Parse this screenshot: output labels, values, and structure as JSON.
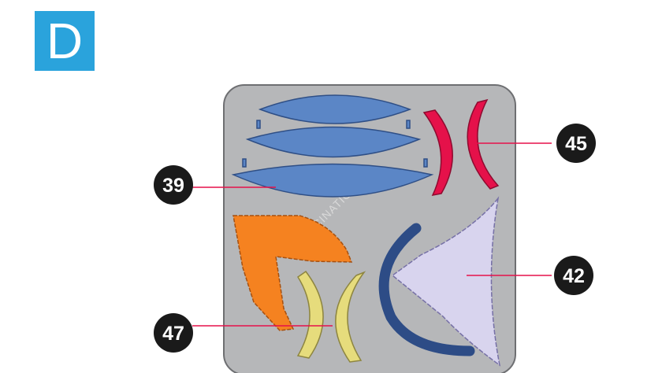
{
  "step": {
    "letter": "D",
    "badge_color": "#2aa3dc"
  },
  "sheet": {
    "background": "#b6b7b9",
    "border": "#6e6f72",
    "watermark": "FASCINATIONS"
  },
  "callouts": [
    {
      "number": "39",
      "part": "blue-lens-pieces"
    },
    {
      "number": "45",
      "part": "red-crescent-piece"
    },
    {
      "number": "42",
      "part": "lavender-triangle-piece"
    },
    {
      "number": "47",
      "part": "yellow-crescent-piece"
    }
  ],
  "colors": {
    "blue": "#5b86c6",
    "red": "#e5114a",
    "orange": "#f58220",
    "lavender": "#d8d4ee",
    "navy": "#2d4c86",
    "yellow": "#e6dc7c",
    "leader_line": "#e5114a"
  }
}
